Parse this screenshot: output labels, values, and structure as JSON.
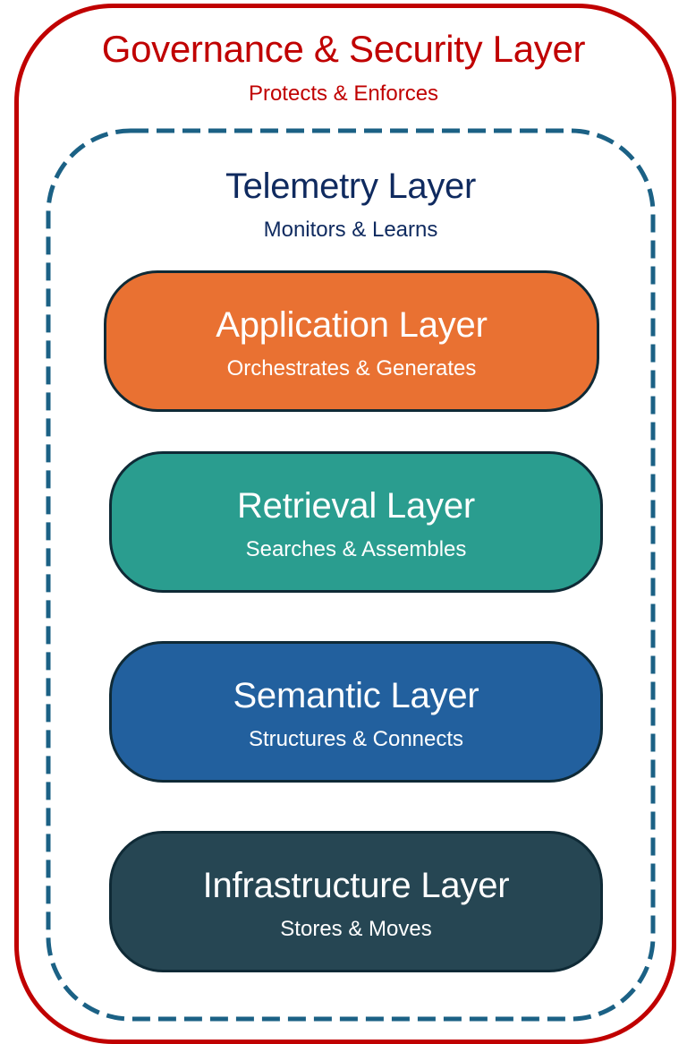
{
  "governance": {
    "title": "Governance & Security Layer",
    "subtitle": "Protects & Enforces",
    "color": "#c00000"
  },
  "telemetry": {
    "title": "Telemetry Layer",
    "subtitle": "Monitors & Learns",
    "text_color": "#0f2a5f",
    "border_color": "#1b6185"
  },
  "layers": [
    {
      "title": "Application Layer",
      "subtitle": "Orchestrates & Generates",
      "color": "#e97132"
    },
    {
      "title": "Retrieval Layer",
      "subtitle": "Searches & Assembles",
      "color": "#2a9d8f"
    },
    {
      "title": "Semantic Layer",
      "subtitle": "Structures & Connects",
      "color": "#22609e"
    },
    {
      "title": "Infrastructure Layer",
      "subtitle": "Stores & Moves",
      "color": "#264653"
    }
  ]
}
